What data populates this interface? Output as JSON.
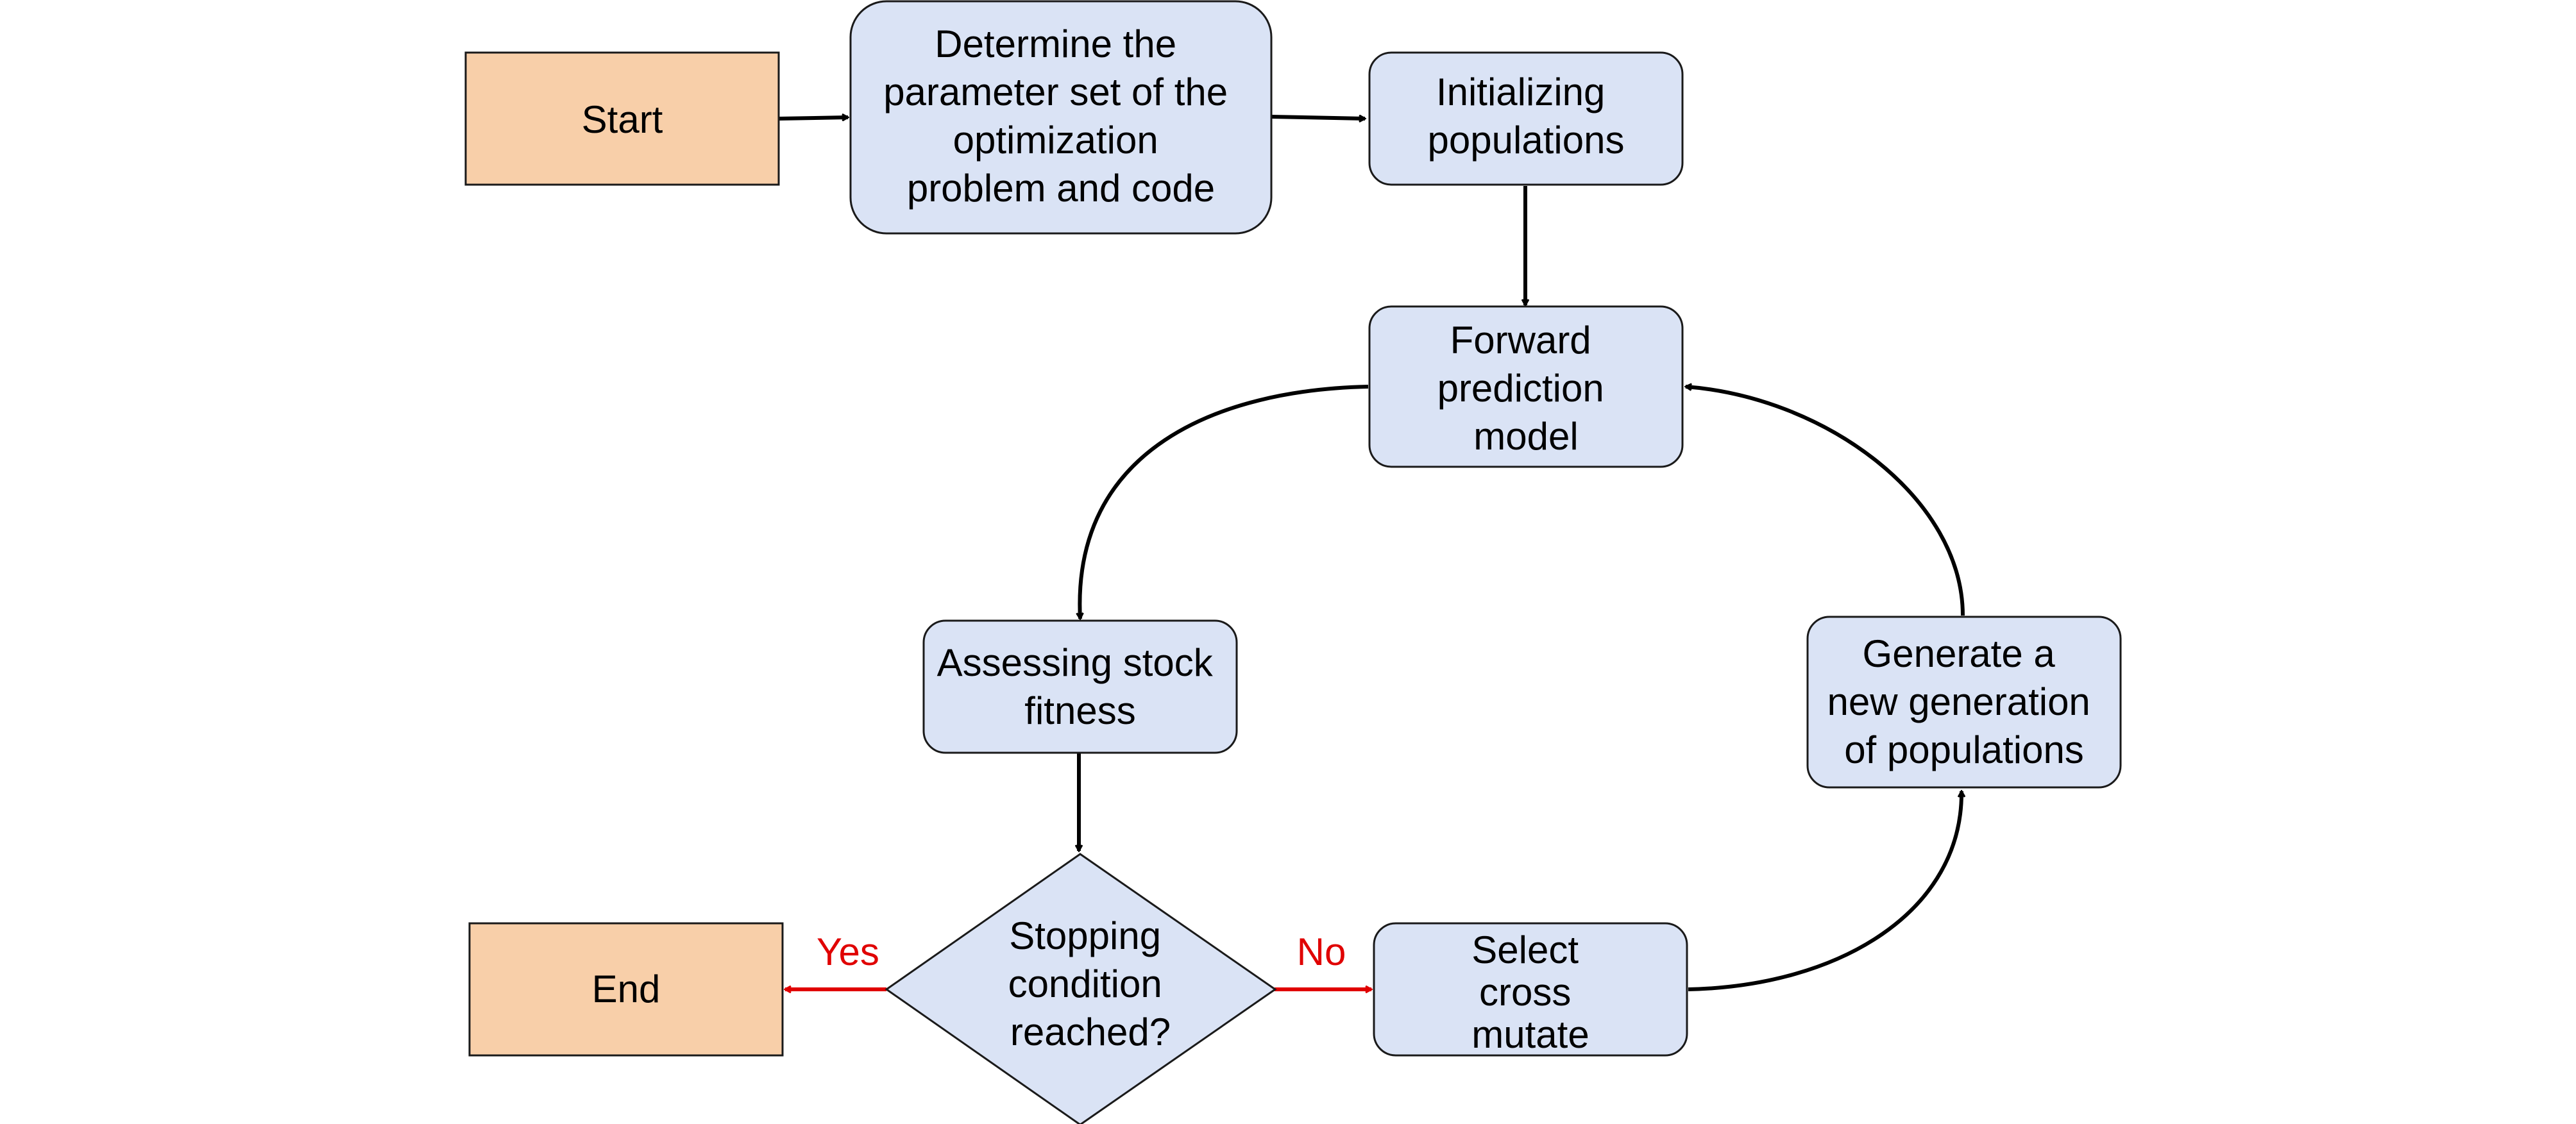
{
  "colors": {
    "terminal_fill": "#f8cfa9",
    "process_fill": "#dae3f5",
    "stroke": "#1a1a1a",
    "arrow_black": "#000000",
    "arrow_red": "#e00000"
  },
  "nodes": {
    "start": {
      "shape": "rectangle",
      "lines": [
        "Start"
      ]
    },
    "determine": {
      "shape": "rounded-rectangle",
      "lines": [
        "Determine the",
        "parameter set of the",
        "optimization",
        "problem and code"
      ]
    },
    "initialize": {
      "shape": "rounded-rectangle",
      "lines": [
        "Initializing",
        "populations"
      ]
    },
    "forward": {
      "shape": "rounded-rectangle",
      "lines": [
        "Forward",
        "prediction",
        "model"
      ]
    },
    "assess": {
      "shape": "rounded-rectangle",
      "lines": [
        "Assessing stock",
        "fitness"
      ]
    },
    "stopping": {
      "shape": "diamond",
      "lines": [
        "Stopping",
        "condition",
        "reached?"
      ]
    },
    "end": {
      "shape": "rectangle",
      "lines": [
        "End"
      ]
    },
    "select": {
      "shape": "rounded-rectangle",
      "lines": [
        "Select",
        "cross",
        "mutate"
      ]
    },
    "generate": {
      "shape": "rounded-rectangle",
      "lines": [
        "Generate a",
        "new generation",
        "of populations"
      ]
    }
  },
  "edges": [
    {
      "from": "start",
      "to": "determine",
      "label": ""
    },
    {
      "from": "determine",
      "to": "initialize",
      "label": ""
    },
    {
      "from": "initialize",
      "to": "forward",
      "label": ""
    },
    {
      "from": "forward",
      "to": "assess",
      "label": ""
    },
    {
      "from": "assess",
      "to": "stopping",
      "label": ""
    },
    {
      "from": "stopping",
      "to": "end",
      "label": "Yes"
    },
    {
      "from": "stopping",
      "to": "select",
      "label": "No"
    },
    {
      "from": "select",
      "to": "generate",
      "label": ""
    },
    {
      "from": "generate",
      "to": "forward",
      "label": ""
    }
  ]
}
